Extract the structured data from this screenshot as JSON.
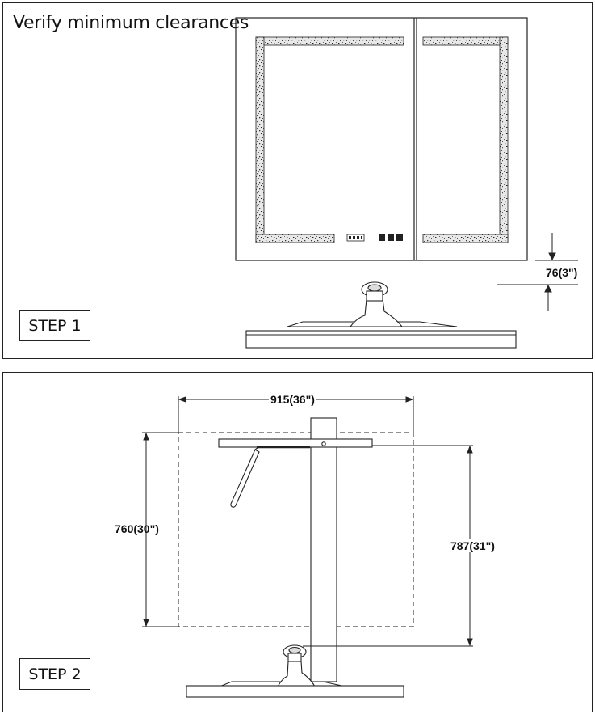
{
  "step1": {
    "heading": "Verify minimum clearances",
    "label": "STEP 1",
    "clearance_dimension": "76(3\")"
  },
  "step2": {
    "label": "STEP 2",
    "width_dimension": "915(36\")",
    "height_dimension": "760(30\")",
    "mount_height_dimension": "787(31\")"
  },
  "colors": {
    "line": "#222222",
    "background": "#ffffff"
  }
}
